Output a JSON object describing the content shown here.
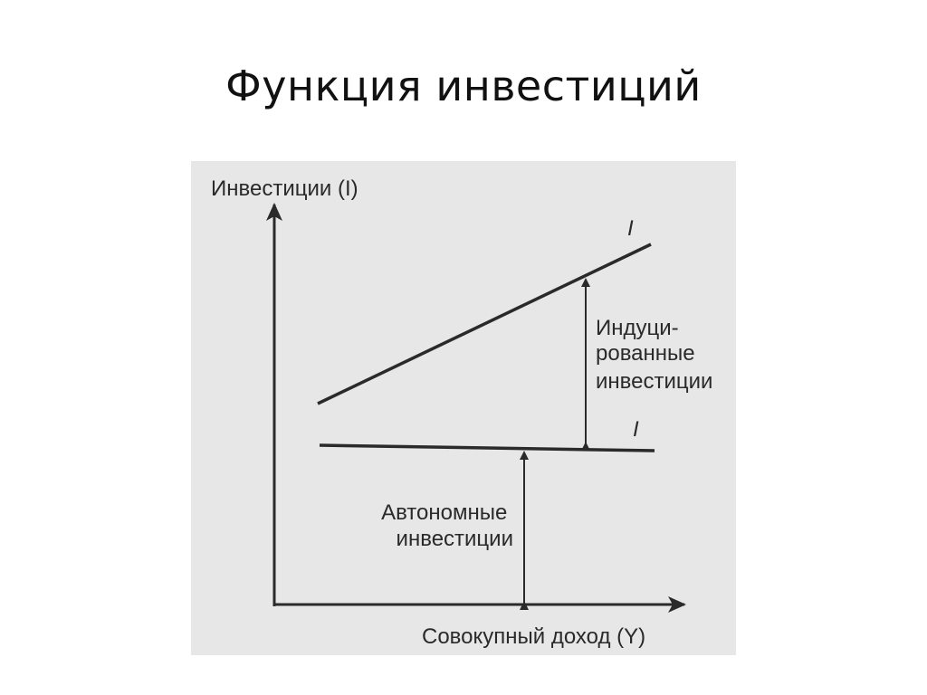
{
  "slide": {
    "title": "Функция инвестиций"
  },
  "diagram": {
    "y_axis_label": "Инвестиции (I)",
    "x_axis_label": "Совокупный доход (Y)",
    "total_line_label": "I",
    "autonomous_line_label": "I",
    "induced_label_lines": [
      "Индуци-",
      "рованные",
      "инвестиции"
    ],
    "autonomous_label_lines": [
      "Автономные",
      "инвестиции"
    ]
  },
  "colors": {
    "background": "#ffffff",
    "figure_background": "#e7e7e7",
    "ink": "#2a2a2a"
  }
}
